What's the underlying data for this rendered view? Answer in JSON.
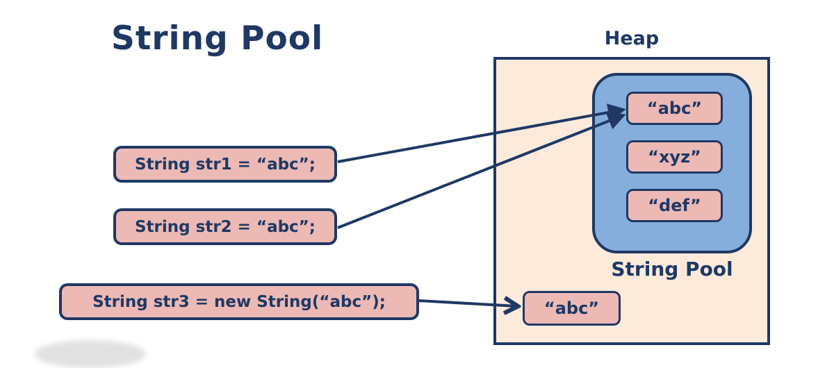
{
  "title": "String Pool",
  "colors": {
    "navy": "#1f3864",
    "pink": "#edb9b5",
    "blue": "#85aedd",
    "peach": "#fdeadb",
    "white": "#ffffff"
  },
  "heap": {
    "label": "Heap",
    "object_label": "“abc”"
  },
  "pool": {
    "label": "String Pool",
    "items": [
      "“abc”",
      "“xyz”",
      "“def”"
    ]
  },
  "code": {
    "str1": "String str1 = “abc”;",
    "str2": "String str2 = “abc”;",
    "str3": "String str3 = new String(“abc”);"
  }
}
